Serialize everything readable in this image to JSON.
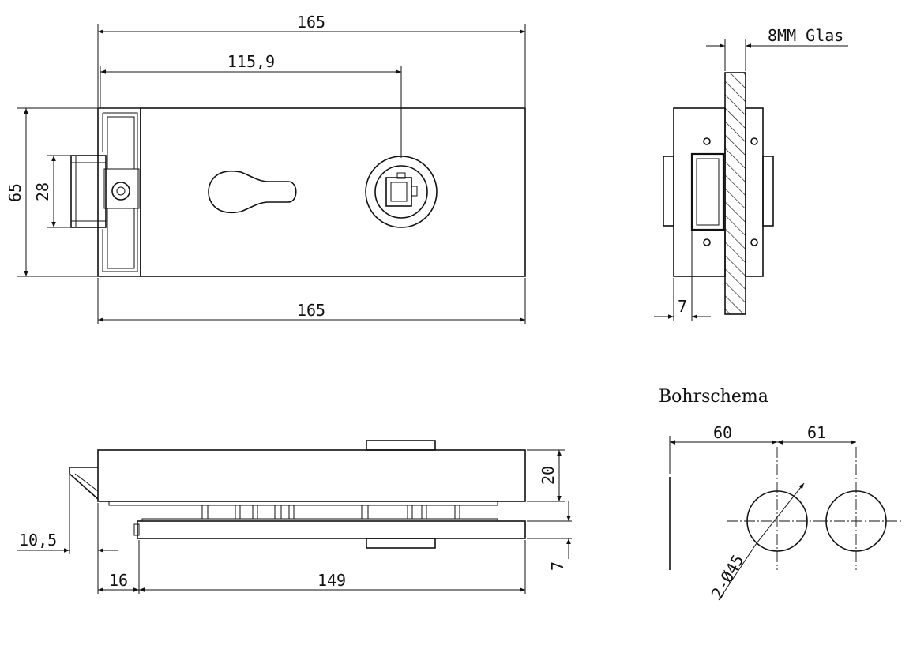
{
  "front_view": {
    "dim_overall_top": "165",
    "dim_cylinder_offset": "115,9",
    "dim_height": "65",
    "dim_latch_height": "28",
    "dim_overall_bottom": "165"
  },
  "side_view": {
    "glass_label": "8MM Glas",
    "dim_depth": "7"
  },
  "bottom_view": {
    "dim_height": "20",
    "dim_latch": "10,5",
    "dim_offset": "16",
    "dim_length": "149",
    "dim_plate": "7"
  },
  "drilling": {
    "title": "Bohrschema",
    "dim_left": "60",
    "dim_right": "61",
    "hole_spec": "2-Ø45"
  }
}
